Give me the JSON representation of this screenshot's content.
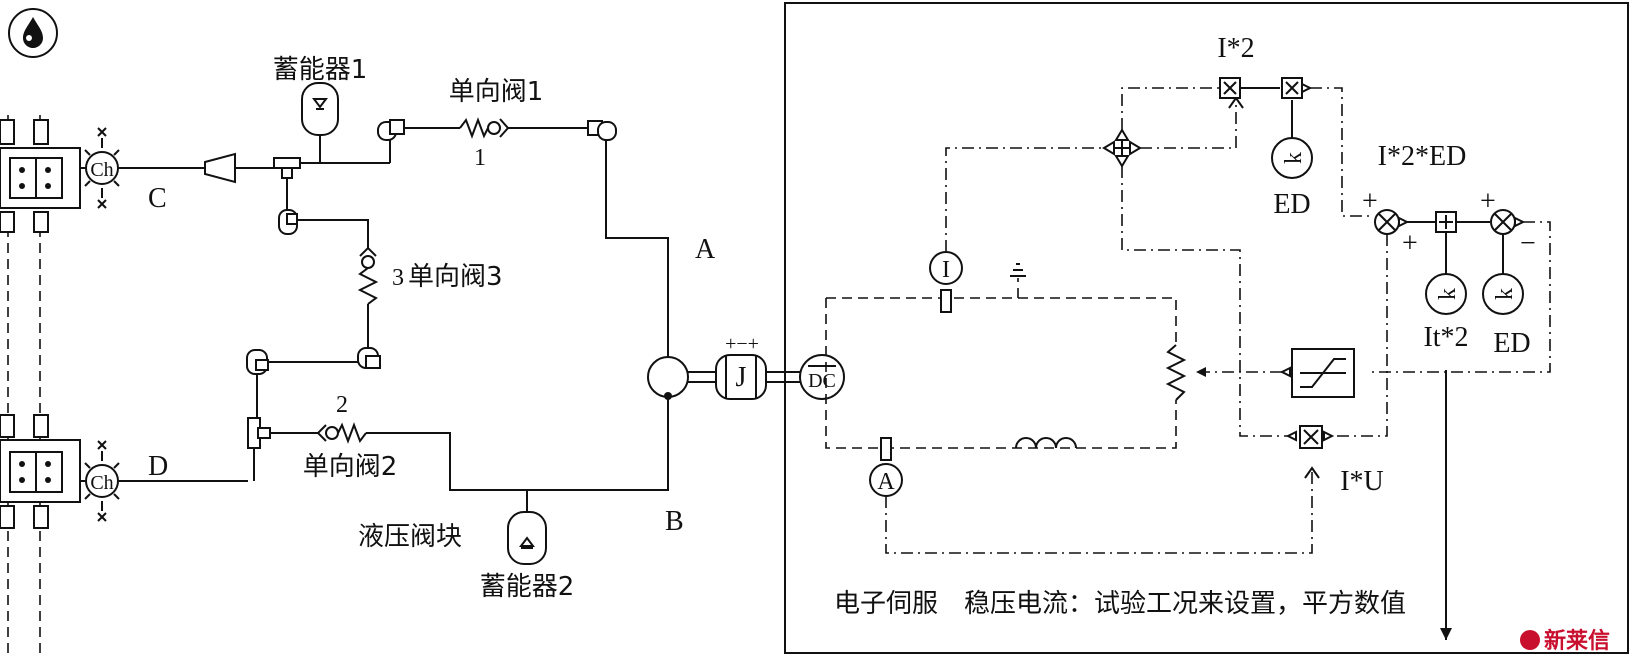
{
  "hydraulic": {
    "accumulator1": "蓄能器1",
    "accumulator2": "蓄能器2",
    "check_valve1": "单向阀1",
    "check_valve1_num": "1",
    "check_valve2": "单向阀2",
    "check_valve2_num": "2",
    "check_valve3_num": "3",
    "check_valve3": "单向阀3",
    "port_a": "A",
    "port_b": "B",
    "port_c": "C",
    "port_d": "D",
    "valve_block": "液压阀块",
    "chamber": "Ch",
    "inertia": "J",
    "motor": "DC",
    "motor_polarity": "+−+"
  },
  "servo": {
    "i_squared": "I*2",
    "i2_ed": "I*2*ED",
    "ed_top": "ED",
    "ed_right": "ED",
    "it2": "It*2",
    "iu": "I*U",
    "current_sensor": "I",
    "ammeter": "A",
    "gain": "k",
    "plus1": "+",
    "plus2": "+",
    "plus3": "+",
    "minus1": "−",
    "caption": "电子伺服　稳压电流：试验工况来设置，平方数值"
  },
  "watermark": "新莱信"
}
